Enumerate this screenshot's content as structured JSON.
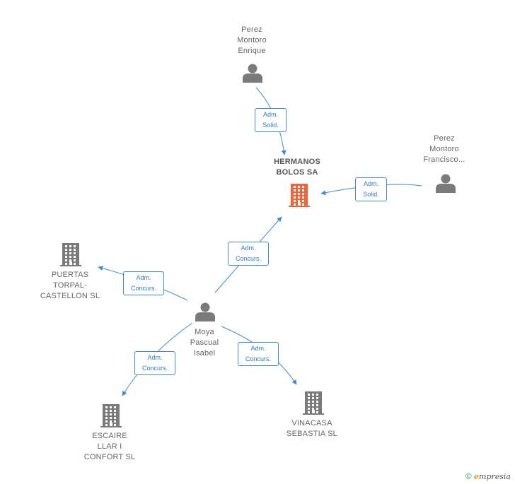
{
  "colors": {
    "edge": "#3d8bd8",
    "person": "#7a7a7a",
    "company": "#7a7a7a",
    "main_company": "#f0643c"
  },
  "nodes": {
    "enrique": {
      "kind": "person",
      "lines": [
        "Perez",
        "Montoro",
        "Enrique"
      ]
    },
    "francisco": {
      "kind": "person",
      "lines": [
        "Perez",
        "Montoro",
        "Francisco..."
      ]
    },
    "hermanos": {
      "kind": "company",
      "lines": [
        "HERMANOS",
        "BOLOS SA"
      ],
      "main": true
    },
    "puertas": {
      "kind": "company",
      "lines": [
        "PUERTAS",
        "TORPAL-",
        "CASTELLON SL"
      ]
    },
    "moya": {
      "kind": "person",
      "lines": [
        "Moya",
        "Pascual",
        "Isabel"
      ]
    },
    "escaire": {
      "kind": "company",
      "lines": [
        "ESCAIRE",
        "LLAR I",
        "CONFORT  SL"
      ]
    },
    "vinacasa": {
      "kind": "company",
      "lines": [
        "VINACASA",
        "SEBASTIA SL"
      ]
    }
  },
  "edges": [
    {
      "id": "e1",
      "from": "enrique",
      "to": "hermanos",
      "lines": [
        "Adm.",
        "Solid."
      ]
    },
    {
      "id": "e2",
      "from": "francisco",
      "to": "hermanos",
      "lines": [
        "Adm.",
        "Solid."
      ]
    },
    {
      "id": "e3",
      "from": "moya",
      "to": "hermanos",
      "lines": [
        "Adm.",
        "Concurs."
      ]
    },
    {
      "id": "e4",
      "from": "moya",
      "to": "puertas",
      "lines": [
        "Adm.",
        "Concurs."
      ]
    },
    {
      "id": "e5",
      "from": "moya",
      "to": "escaire",
      "lines": [
        "Adm.",
        "Concurs."
      ]
    },
    {
      "id": "e6",
      "from": "moya",
      "to": "vinacasa",
      "lines": [
        "Adm.",
        "Concurs."
      ]
    }
  ],
  "footer": {
    "copyright": "©",
    "brand_initial": "e",
    "brand_rest": "mpresia"
  }
}
